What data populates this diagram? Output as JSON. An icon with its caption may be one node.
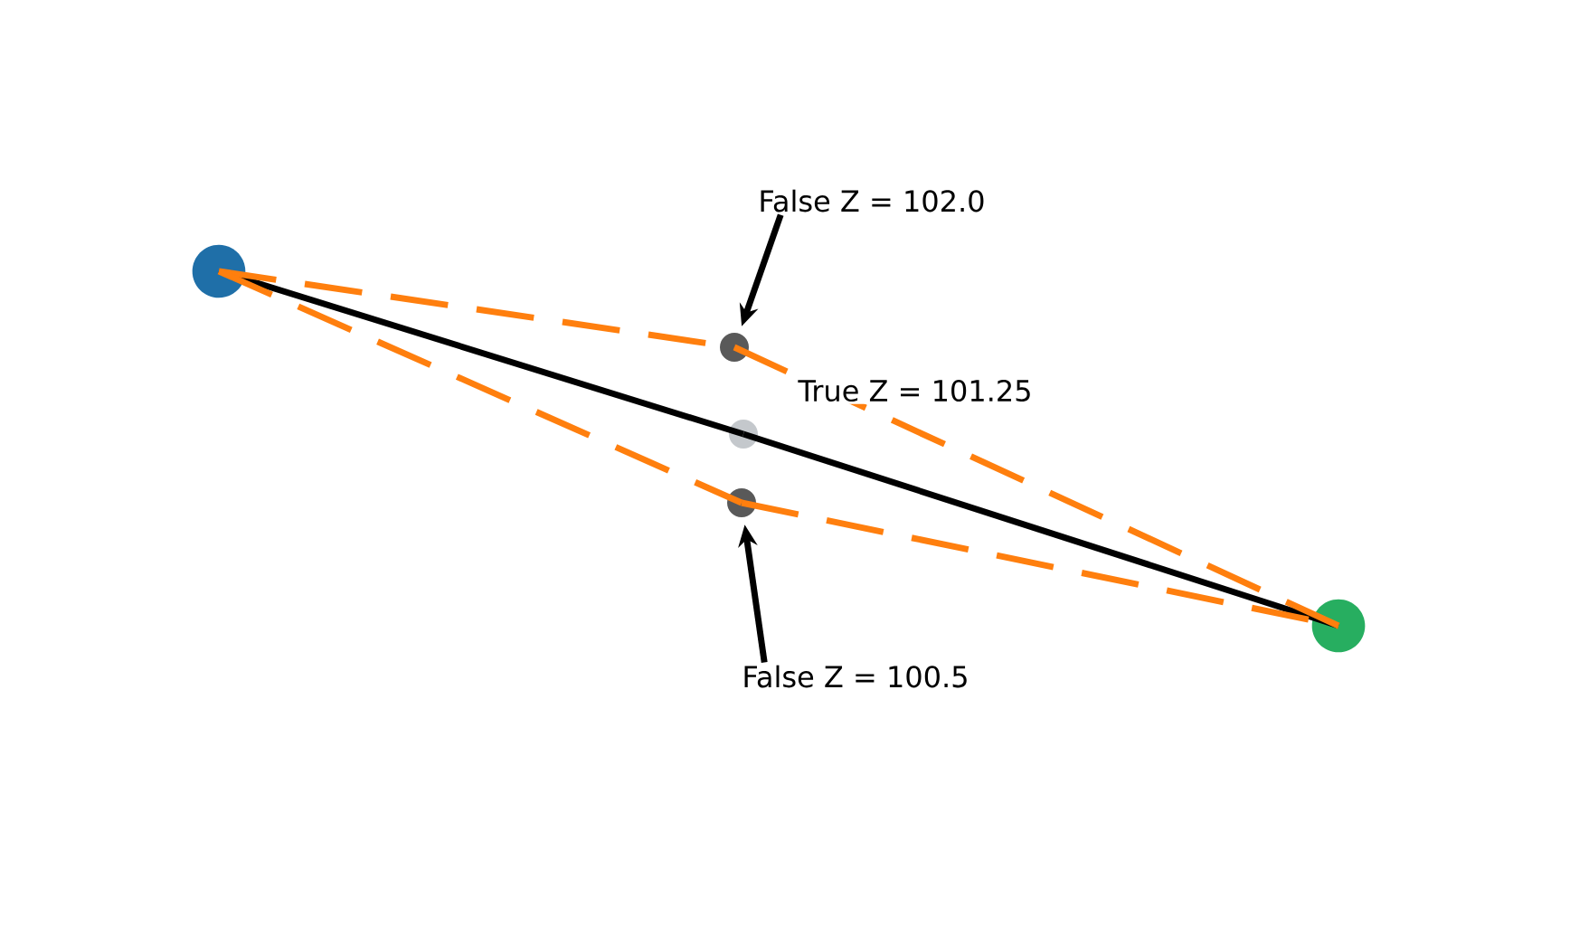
{
  "diagram": {
    "nodes": [
      {
        "text": [],
        "shape": "circle"
      },
      {
        "text": [],
        "shape": "circle"
      },
      {
        "text": [],
        "shape": "circle"
      },
      {
        "text": [],
        "shape": "circle",
        "beside": [
          "True Z = 101.25"
        ]
      },
      {
        "text": [],
        "shape": "circle"
      },
      {
        "text": [
          "False Z = 102.0"
        ]
      },
      {
        "text": [
          "False Z = 100.5"
        ]
      }
    ],
    "edges": [
      {
        "from": 0,
        "to": 3,
        "arrow": "none",
        "color": "#000000"
      },
      {
        "from": 3,
        "to": 1,
        "arrow": "none",
        "color": "#000000"
      },
      {
        "from": 0,
        "to": 2,
        "arrow": "none",
        "style": "dashed",
        "color": "#ff7f0e"
      },
      {
        "from": 2,
        "to": 1,
        "arrow": "none",
        "style": "dashed",
        "color": "#ff7f0e"
      },
      {
        "from": 0,
        "to": 4,
        "arrow": "none",
        "style": "dashed",
        "color": "#ff7f0e"
      },
      {
        "from": 4,
        "to": 1,
        "arrow": "none",
        "style": "dashed",
        "color": "#ff7f0e"
      },
      {
        "from": 5,
        "to": 2,
        "arrow": "to",
        "color": "#000000"
      },
      {
        "from": 6,
        "to": 4,
        "arrow": "to",
        "color": "#000000"
      }
    ]
  }
}
